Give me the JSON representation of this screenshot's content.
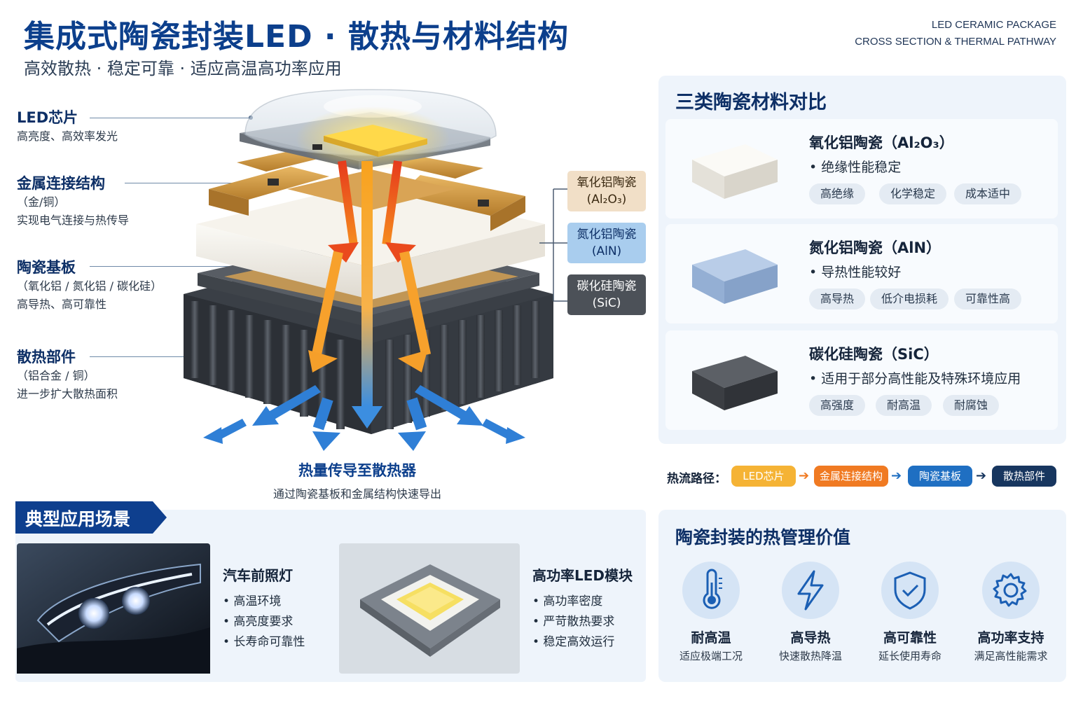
{
  "header": {
    "title": "集成式陶瓷封装LED · 散热与材料结构",
    "subtitle": "高效散热 · 稳定可靠 · 适应高温高功率应用",
    "en_line1": "LED CERAMIC PACKAGE",
    "en_line2": "CROSS SECTION & THERMAL PATHWAY"
  },
  "labels": [
    {
      "title": "LED芯片",
      "lines": [
        "高亮度、高效率发光"
      ]
    },
    {
      "title": "金属连接结构",
      "lines": [
        "（金/铜）",
        "实现电气连接与热传导"
      ]
    },
    {
      "title": "陶瓷基板",
      "lines": [
        "（氧化铝 / 氮化铝 / 碳化硅）",
        "高导热、高可靠性"
      ]
    },
    {
      "title": "散热部件",
      "lines": [
        "（铝合金 / 铜）",
        "进一步扩大散热面积"
      ]
    }
  ],
  "material_tags": [
    {
      "line1": "氧化铝陶瓷",
      "line2": "(Al₂O₃)",
      "bg": "#f1dfc7",
      "fg": "#3b2a12"
    },
    {
      "line1": "氮化铝陶瓷",
      "line2": "(AlN)",
      "bg": "#a9cdee",
      "fg": "#0d2f66"
    },
    {
      "line1": "碳化硅陶瓷",
      "line2": "(SiC)",
      "bg": "#4c5158",
      "fg": "#ffffff"
    }
  ],
  "heat_caption": {
    "title": "热量传导至散热器",
    "subtitle": "通过陶瓷基板和金属结构快速导出"
  },
  "comparison": {
    "title": "三类陶瓷材料对比",
    "materials": [
      {
        "name": "氧化铝陶瓷（Al₂O₃）",
        "desc": "• 绝缘性能稳定",
        "chips": [
          "高绝缘",
          "化学稳定",
          "成本适中"
        ],
        "color": "#f4f1ea"
      },
      {
        "name": "氮化铝陶瓷（AlN）",
        "desc": "• 导热性能较好",
        "chips": [
          "高导热",
          "低介电损耗",
          "可靠性高"
        ],
        "color": "#a7bfdf"
      },
      {
        "name": "碳化硅陶瓷（SiC）",
        "desc": "• 适用于部分高性能及特殊环境应用",
        "chips": [
          "高强度",
          "耐高温",
          "耐腐蚀"
        ],
        "color": "#4a4d52"
      }
    ]
  },
  "heat_path": {
    "label": "热流路径：",
    "steps": [
      {
        "text": "LED芯片",
        "color": "#f5b335"
      },
      {
        "text": "金属连接结构",
        "color": "#f07a22"
      },
      {
        "text": "陶瓷基板",
        "color": "#1f6fc2"
      },
      {
        "text": "散热部件",
        "color": "#17365f"
      }
    ]
  },
  "applications": {
    "title": "典型应用场景",
    "items": [
      {
        "name": "汽车前照灯",
        "points": [
          "• 高温环境",
          "• 高亮度要求",
          "• 长寿命可靠性"
        ]
      },
      {
        "name": "高功率LED模块",
        "points": [
          "• 高功率密度",
          "• 严苛散热要求",
          "• 稳定高效运行"
        ]
      }
    ]
  },
  "value": {
    "title": "陶瓷封装的热管理价值",
    "items": [
      {
        "title": "耐高温",
        "sub": "适应极端工况",
        "icon": "thermometer-icon"
      },
      {
        "title": "高导热",
        "sub": "快速散热降温",
        "icon": "lightning-icon"
      },
      {
        "title": "高可靠性",
        "sub": "延长使用寿命",
        "icon": "shield-check-icon"
      },
      {
        "title": "高功率支持",
        "sub": "满足高性能需求",
        "icon": "gear-icon"
      }
    ]
  }
}
